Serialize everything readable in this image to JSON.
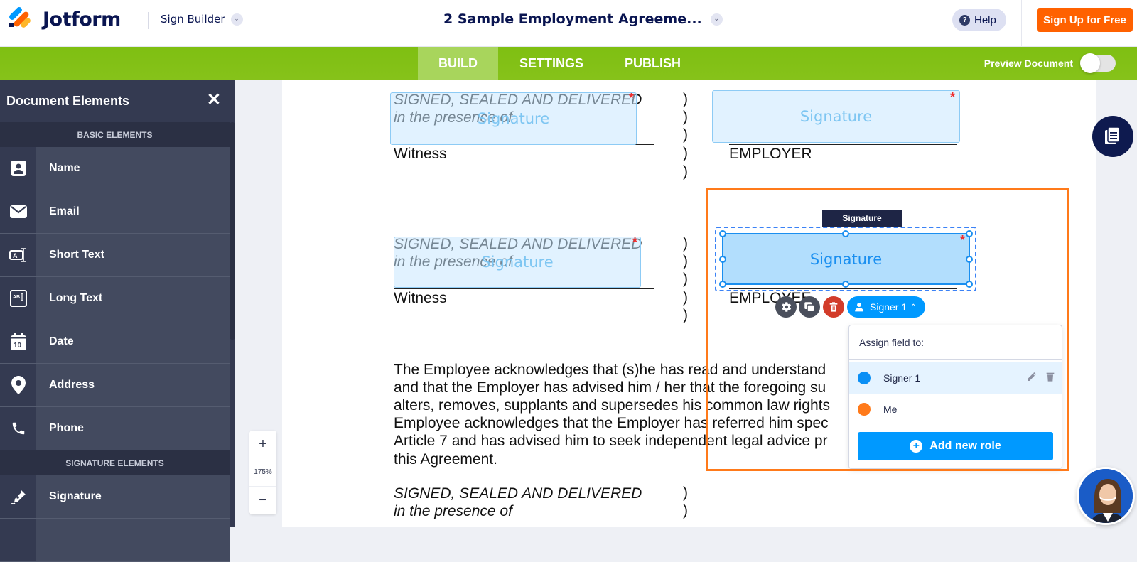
{
  "header": {
    "brand": "Jotform",
    "builder_label": "Sign Builder",
    "document_title": "2 Sample Employment Agreeme...",
    "help_label": "Help",
    "signup_label": "Sign Up for Free"
  },
  "nav": {
    "tabs": [
      {
        "label": "BUILD",
        "active": true
      },
      {
        "label": "SETTINGS",
        "active": false
      },
      {
        "label": "PUBLISH",
        "active": false
      }
    ],
    "preview_label": "Preview Document",
    "preview_on": false
  },
  "sidebar": {
    "title": "Document Elements",
    "sections": [
      {
        "label": "BASIC ELEMENTS",
        "items": [
          {
            "label": "Name",
            "icon": "user-card-icon"
          },
          {
            "label": "Email",
            "icon": "envelope-icon"
          },
          {
            "label": "Short Text",
            "icon": "short-text-icon"
          },
          {
            "label": "Long Text",
            "icon": "long-text-icon"
          },
          {
            "label": "Date",
            "icon": "calendar-icon"
          },
          {
            "label": "Address",
            "icon": "map-pin-icon"
          },
          {
            "label": "Phone",
            "icon": "phone-icon"
          }
        ]
      },
      {
        "label": "SIGNATURE ELEMENTS",
        "items": [
          {
            "label": "Signature",
            "icon": "pen-nib-icon"
          }
        ]
      }
    ]
  },
  "document": {
    "block1": {
      "line1": "SIGNED, SEALED AND DELIVERED",
      "line2": "in the presence of",
      "witness": "Witness",
      "employer": "EMPLOYER",
      "witness_field": "Signature",
      "employer_field": "Signature"
    },
    "block2": {
      "line1": "SIGNED, SEALED AND DELIVERED",
      "line2": "in the presence of",
      "witness": "Witness",
      "employee": "EMPLOYEE",
      "witness_field": "Signature",
      "selected_field": "Signature",
      "field_tag": "Signature"
    },
    "paragraph": [
      "The Employee acknowledges that (s)he has read and understand",
      "and that the Employer has advised him / her that the foregoing su",
      "alters, removes, supplants and supersedes his common law rights",
      "Employee acknowledges that the Employer has referred him spec",
      "Article 7 and has advised him to seek independent legal advice pr",
      "this Agreement."
    ],
    "block3": {
      "line1": "SIGNED, SEALED AND DELIVERED",
      "line2": "in the presence of"
    },
    "paren": ")"
  },
  "field_toolbar": {
    "signer_label": "Signer 1"
  },
  "assign_popover": {
    "title": "Assign field to:",
    "roles": [
      {
        "label": "Signer 1",
        "color": "#0a8ff5",
        "selected": true
      },
      {
        "label": "Me",
        "color": "#ff7a1a",
        "selected": false
      }
    ],
    "add_label": "Add new role"
  },
  "zoom": {
    "plus": "+",
    "value": "175%",
    "minus": "−"
  },
  "colors": {
    "brand_green": "#7fbf12",
    "accent_orange": "#ff6100",
    "primary_blue": "#0099ff",
    "navy": "#0a1551"
  }
}
